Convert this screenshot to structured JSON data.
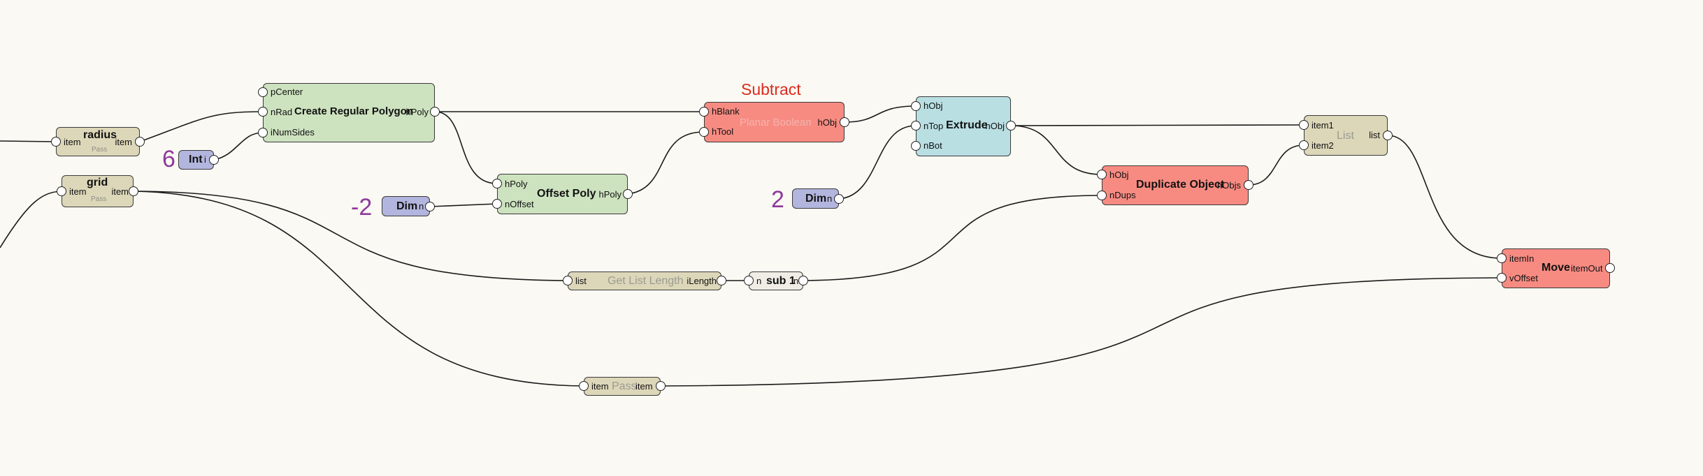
{
  "graph": {
    "radius": {
      "title": "radius",
      "subtitle": "Pass",
      "in": "item",
      "out": "item"
    },
    "grid": {
      "title": "grid",
      "subtitle": "Pass",
      "in": "item",
      "out": "item"
    },
    "int_node": {
      "title": "Int",
      "out": "i",
      "value": "6"
    },
    "crp": {
      "title": "Create Regular Polygon",
      "in1": "pCenter",
      "in2": "nRad",
      "in3": "iNumSides",
      "out": "hPoly"
    },
    "dim1": {
      "title": "Dim",
      "out": "n",
      "value": "-2"
    },
    "offset": {
      "title": "Offset Poly",
      "in1": "hPoly",
      "in2": "nOffset",
      "out": "hPoly"
    },
    "planar": {
      "title": "Planar Boolean",
      "in1": "hBlank",
      "in2": "hTool",
      "out": "hObj",
      "caption": "Subtract"
    },
    "dim2": {
      "title": "Dim",
      "out": "n",
      "value": "2"
    },
    "extrude": {
      "title": "Extrude",
      "in1": "hObj",
      "in2": "nTop",
      "in3": "nBot",
      "out": "hObj"
    },
    "dup": {
      "title": "Duplicate Object",
      "in1": "hObj",
      "in2": "nDups",
      "out": "hObjs"
    },
    "list": {
      "title": "List",
      "in1": "item1",
      "in2": "item2",
      "out": "list"
    },
    "gll": {
      "title": "Get List Length",
      "in": "list",
      "out": "iLength"
    },
    "sub1": {
      "title": "sub 1",
      "in": "n",
      "out": "n"
    },
    "pass": {
      "title": "Pass",
      "in": "item",
      "out": "item"
    },
    "move": {
      "title": "Move",
      "in1": "itemIn",
      "in2": "vOffset",
      "out": "itemOut"
    }
  },
  "colors": {
    "tan": "#ddd7b9",
    "green": "#cde2bf",
    "red": "#f78b82",
    "teal": "#b9dfe3",
    "lavender": "#b2b5dd",
    "value": "#8e3a9b",
    "caption": "#dd2a1e"
  }
}
